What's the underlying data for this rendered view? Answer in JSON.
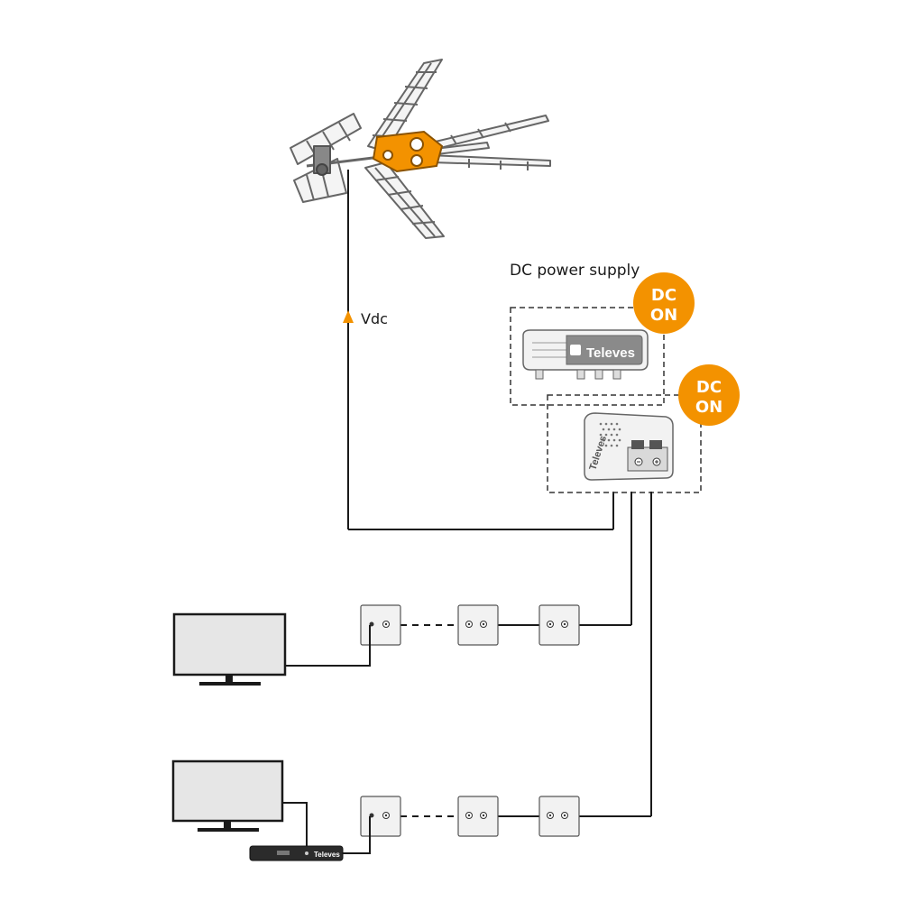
{
  "labels": {
    "power_supply": "DC power supply",
    "vdc": "Vdc"
  },
  "badges": [
    {
      "line1": "DC",
      "line2": "ON"
    },
    {
      "line1": "DC",
      "line2": "ON"
    }
  ],
  "brand": "Televes",
  "colors": {
    "accent": "#f39200",
    "line": "#1a1a1a",
    "dashed": "#333333",
    "device_fill": "#f2f2f2",
    "screen_fill": "#e6e6e6"
  },
  "icons": {
    "antenna": "antenna-icon",
    "amplifier": "amplifier-icon",
    "power_supply_unit": "power-supply-icon",
    "wall_outlet": "wall-outlet-icon",
    "tv": "tv-icon",
    "set_top_box": "set-top-box-icon"
  }
}
